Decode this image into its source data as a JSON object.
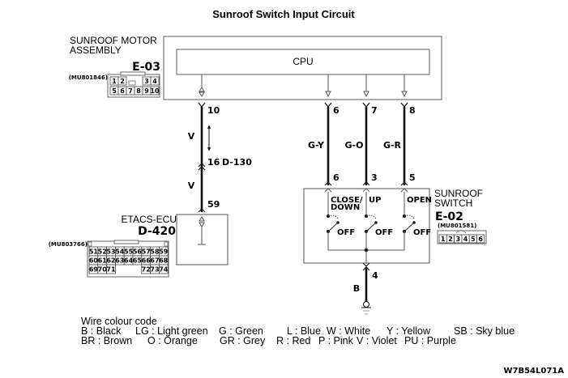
{
  "title": "Sunroof Switch Input Circuit",
  "motor_assembly": {
    "label_line1": "SUNROOF MOTOR",
    "label_line2": "ASSEMBLY",
    "connector_id": "E-03",
    "part_number": "(MU801846)",
    "connector_pins_row1": [
      "1",
      "2",
      "",
      "",
      "3",
      "4"
    ],
    "connector_pins_row2": [
      "5",
      "6",
      "7",
      "8",
      "9",
      "10"
    ],
    "cpu_label": "CPU"
  },
  "etacs": {
    "label": "ETACS-ECU",
    "connector_id": "D-420",
    "part_number": "(MU803766)",
    "connector_rows": [
      [
        "51",
        "52",
        "53",
        "54",
        "55",
        "56",
        "57",
        "58",
        "59"
      ],
      [
        "60",
        "61",
        "62",
        "63",
        "64",
        "65",
        "66",
        "67",
        "68"
      ],
      [
        "69",
        "70",
        "71",
        "",
        "",
        "",
        "72",
        "73",
        "74"
      ]
    ]
  },
  "sunroof_switch": {
    "label_line1": "SUNROOF",
    "label_line2": "SWITCH",
    "connector_id": "E-02",
    "part_number": "(MU801581)",
    "connector_pins": [
      "1",
      "2",
      "3",
      "4",
      "5",
      "6"
    ],
    "switches": [
      {
        "label_line1": "CLOSE/",
        "label_line2": "DOWN",
        "off_label": "OFF"
      },
      {
        "label_line1": "UP",
        "label_line2": "",
        "off_label": "OFF"
      },
      {
        "label_line1": "OPEN",
        "label_line2": "",
        "off_label": "OFF"
      }
    ]
  },
  "wires": {
    "etacs_line": {
      "top_pin": "10",
      "upper_color": "V",
      "junction_pin": "16",
      "junction_connector": "D-130",
      "lower_color": "V",
      "bottom_pin": "59"
    },
    "switch_lines": [
      {
        "top_pin": "6",
        "color": "G-Y",
        "bottom_pin": "6"
      },
      {
        "top_pin": "7",
        "color": "G-O",
        "bottom_pin": "3"
      },
      {
        "top_pin": "8",
        "color": "G-R",
        "bottom_pin": "5"
      }
    ],
    "ground_line": {
      "pin": "4",
      "color": "B"
    }
  },
  "legend": {
    "heading": "Wire colour code",
    "row1": [
      "B : Black",
      "LG : Light green",
      "G : Green",
      "L : Blue",
      "W : White",
      "Y : Yellow",
      "SB : Sky blue"
    ],
    "row2": [
      "BR : Brown",
      "O : Orange",
      "GR : Grey",
      "R : Red",
      "P : Pink",
      "V : Violet",
      "PU : Purple"
    ]
  },
  "figure_code": "W7B54L071A"
}
